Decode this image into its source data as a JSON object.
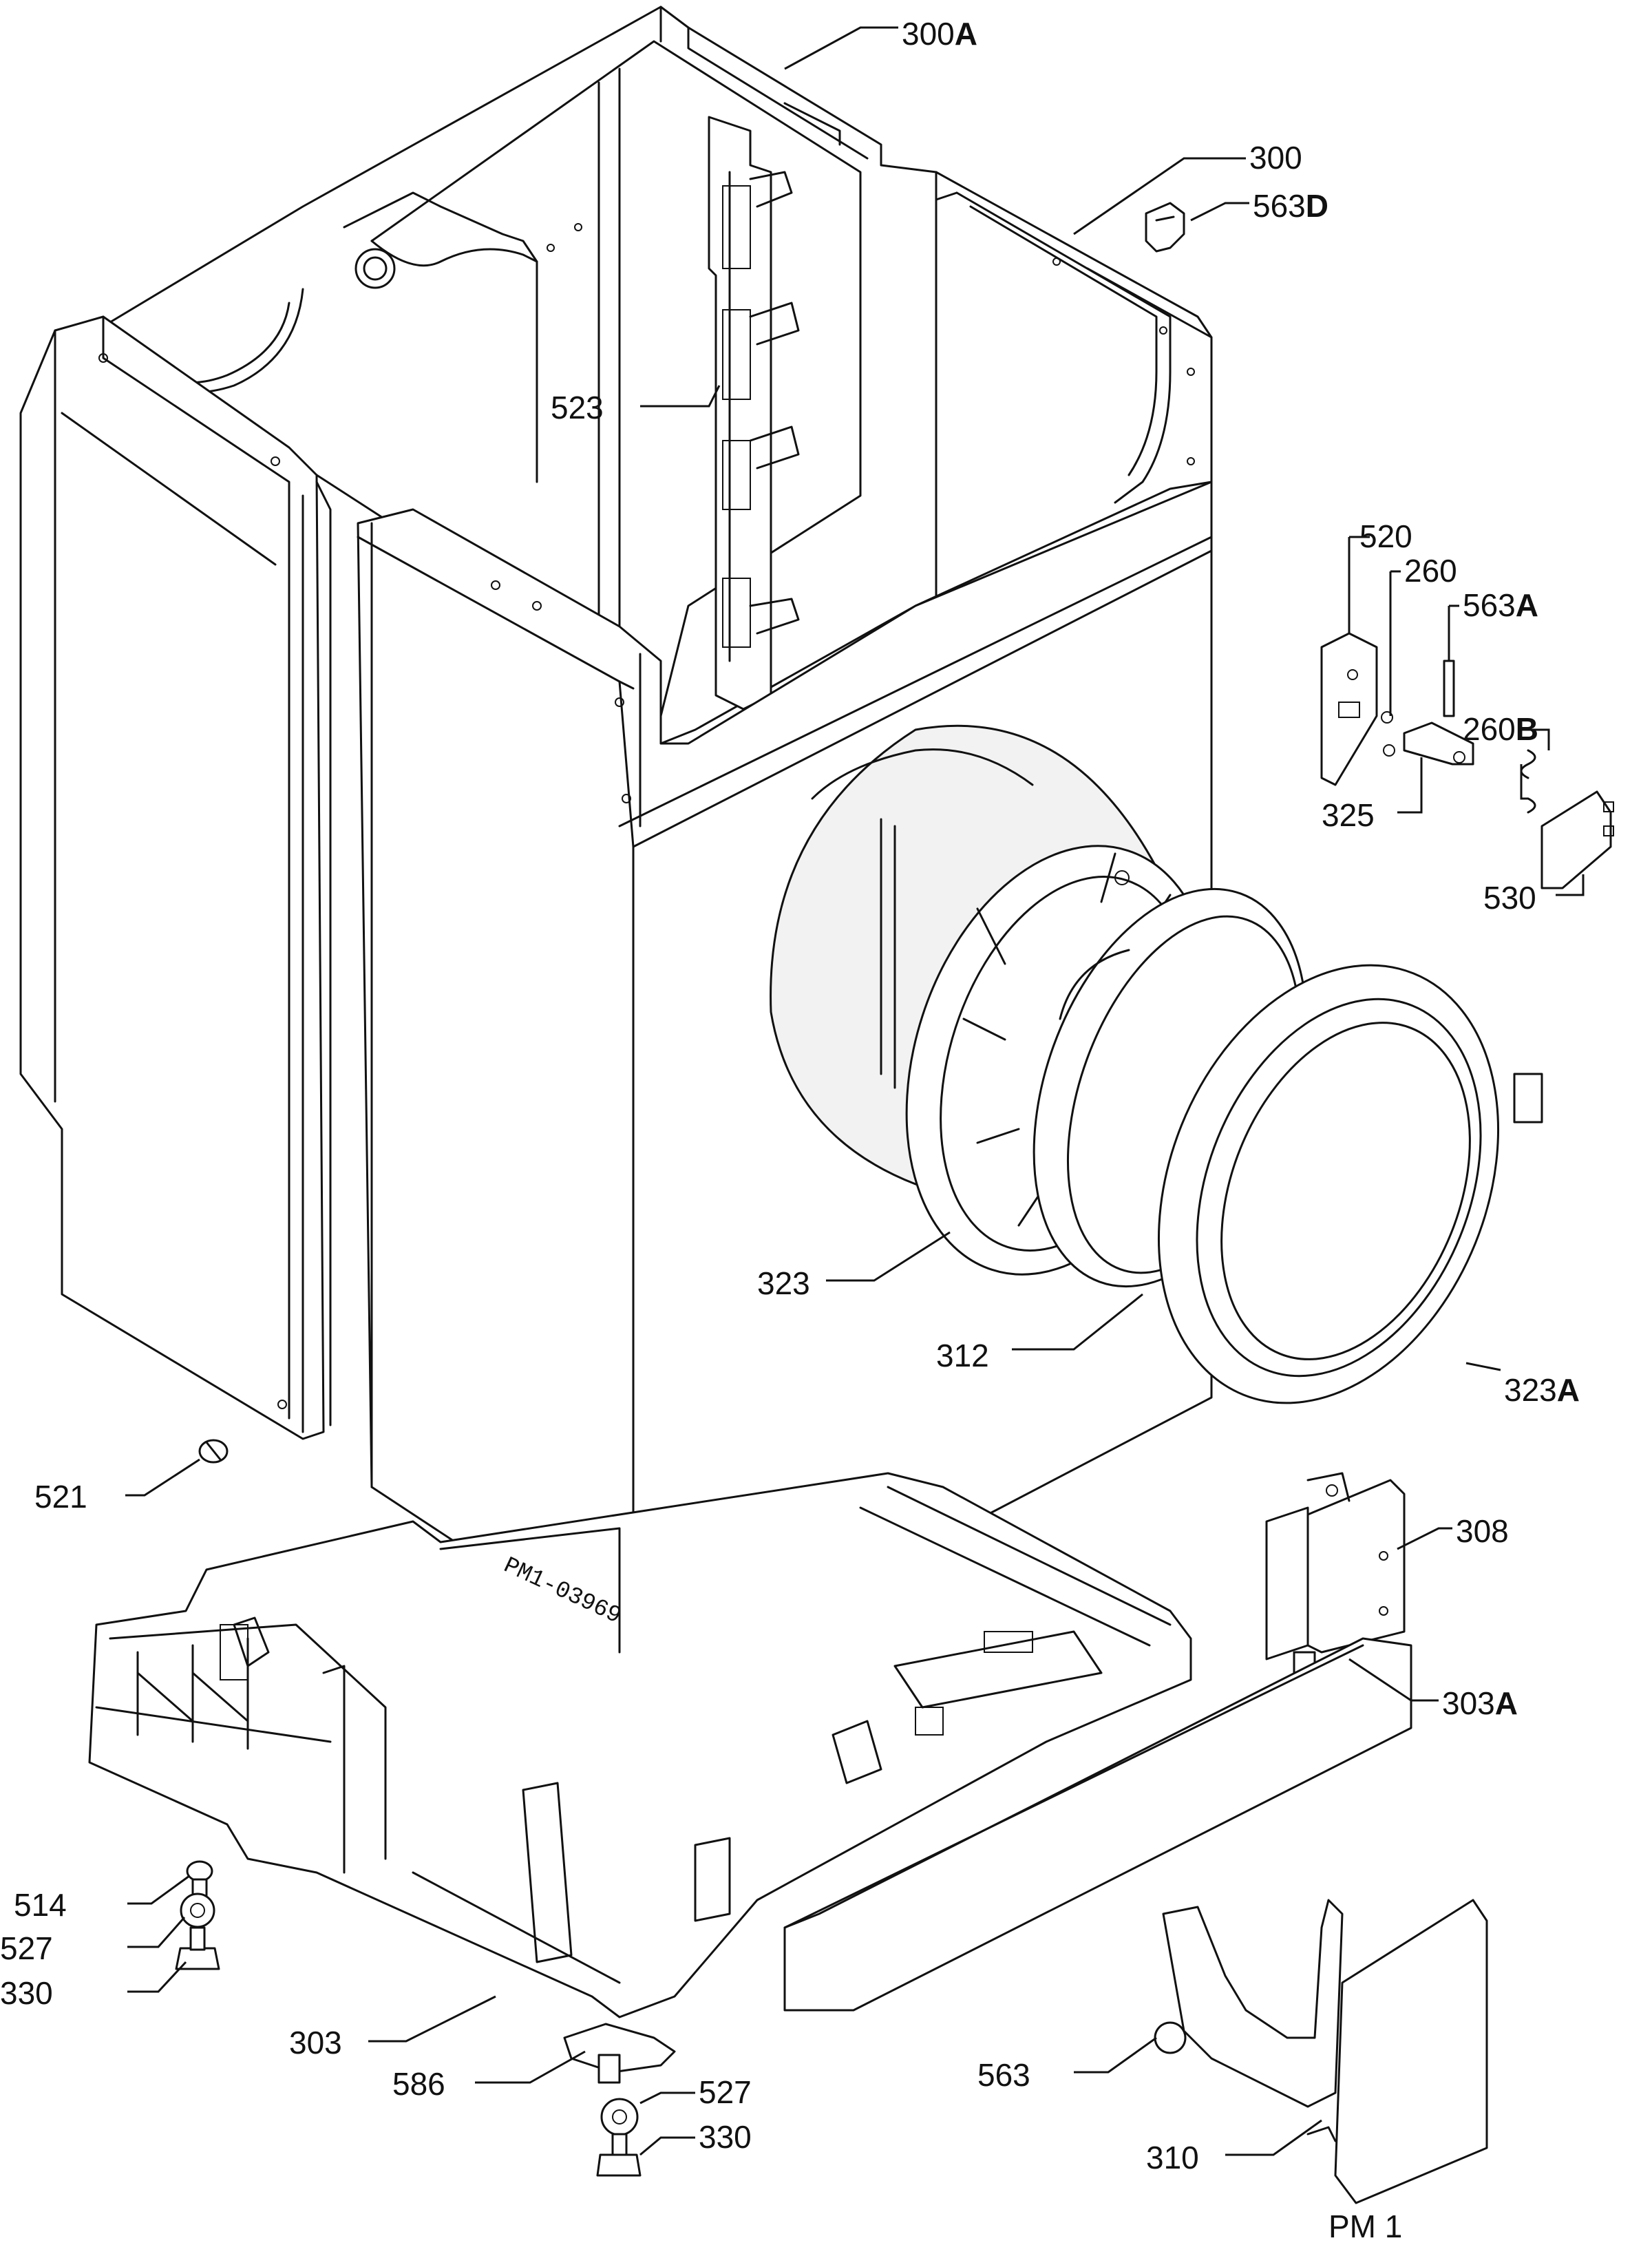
{
  "diagram": {
    "drawing_ref": "PM1-03969",
    "sheet_label": "PM 1",
    "callouts": [
      {
        "id": "c300a",
        "num": "300",
        "suffix": "A"
      },
      {
        "id": "c300",
        "num": "300",
        "suffix": ""
      },
      {
        "id": "c563d",
        "num": "563",
        "suffix": "D"
      },
      {
        "id": "c523",
        "num": "523",
        "suffix": ""
      },
      {
        "id": "c520",
        "num": "520",
        "suffix": ""
      },
      {
        "id": "c260",
        "num": "260",
        "suffix": ""
      },
      {
        "id": "c563a",
        "num": "563",
        "suffix": "A"
      },
      {
        "id": "c260b",
        "num": "260",
        "suffix": "B"
      },
      {
        "id": "c325",
        "num": "325",
        "suffix": ""
      },
      {
        "id": "c530",
        "num": "530",
        "suffix": ""
      },
      {
        "id": "c323",
        "num": "323",
        "suffix": ""
      },
      {
        "id": "c312",
        "num": "312",
        "suffix": ""
      },
      {
        "id": "c323a",
        "num": "323",
        "suffix": "A"
      },
      {
        "id": "c521",
        "num": "521",
        "suffix": ""
      },
      {
        "id": "c308",
        "num": "308",
        "suffix": ""
      },
      {
        "id": "c303a",
        "num": "303",
        "suffix": "A"
      },
      {
        "id": "c514",
        "num": "514",
        "suffix": ""
      },
      {
        "id": "c527l",
        "num": "527",
        "suffix": ""
      },
      {
        "id": "c330l",
        "num": "330",
        "suffix": ""
      },
      {
        "id": "c303",
        "num": "303",
        "suffix": ""
      },
      {
        "id": "c586",
        "num": "586",
        "suffix": ""
      },
      {
        "id": "c527r",
        "num": "527",
        "suffix": ""
      },
      {
        "id": "c330r",
        "num": "330",
        "suffix": ""
      },
      {
        "id": "c563",
        "num": "563",
        "suffix": ""
      },
      {
        "id": "c310",
        "num": "310",
        "suffix": ""
      }
    ]
  }
}
